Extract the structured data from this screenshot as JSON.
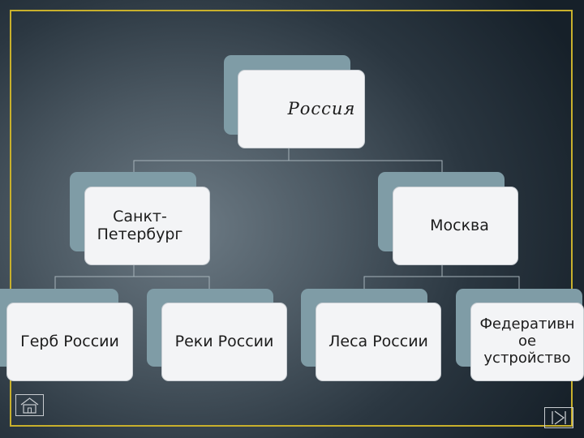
{
  "diagram": {
    "root": {
      "label": "Россия"
    },
    "level1": [
      {
        "label": "Санкт-\nПетербург"
      },
      {
        "label": "Москва"
      }
    ],
    "level2": [
      {
        "label": "Герб России"
      },
      {
        "label": "Реки России"
      },
      {
        "label": "Леса России"
      },
      {
        "label": "Федеративн\nое\nустройство"
      }
    ]
  },
  "colors": {
    "frame_border": "#c8b02c",
    "box_back": "#7f9ca6",
    "box_front": "#f3f4f6",
    "connector": "#a6b3ba"
  },
  "nav": {
    "home_icon": "home-icon",
    "end_icon": "skip-to-end-icon"
  }
}
